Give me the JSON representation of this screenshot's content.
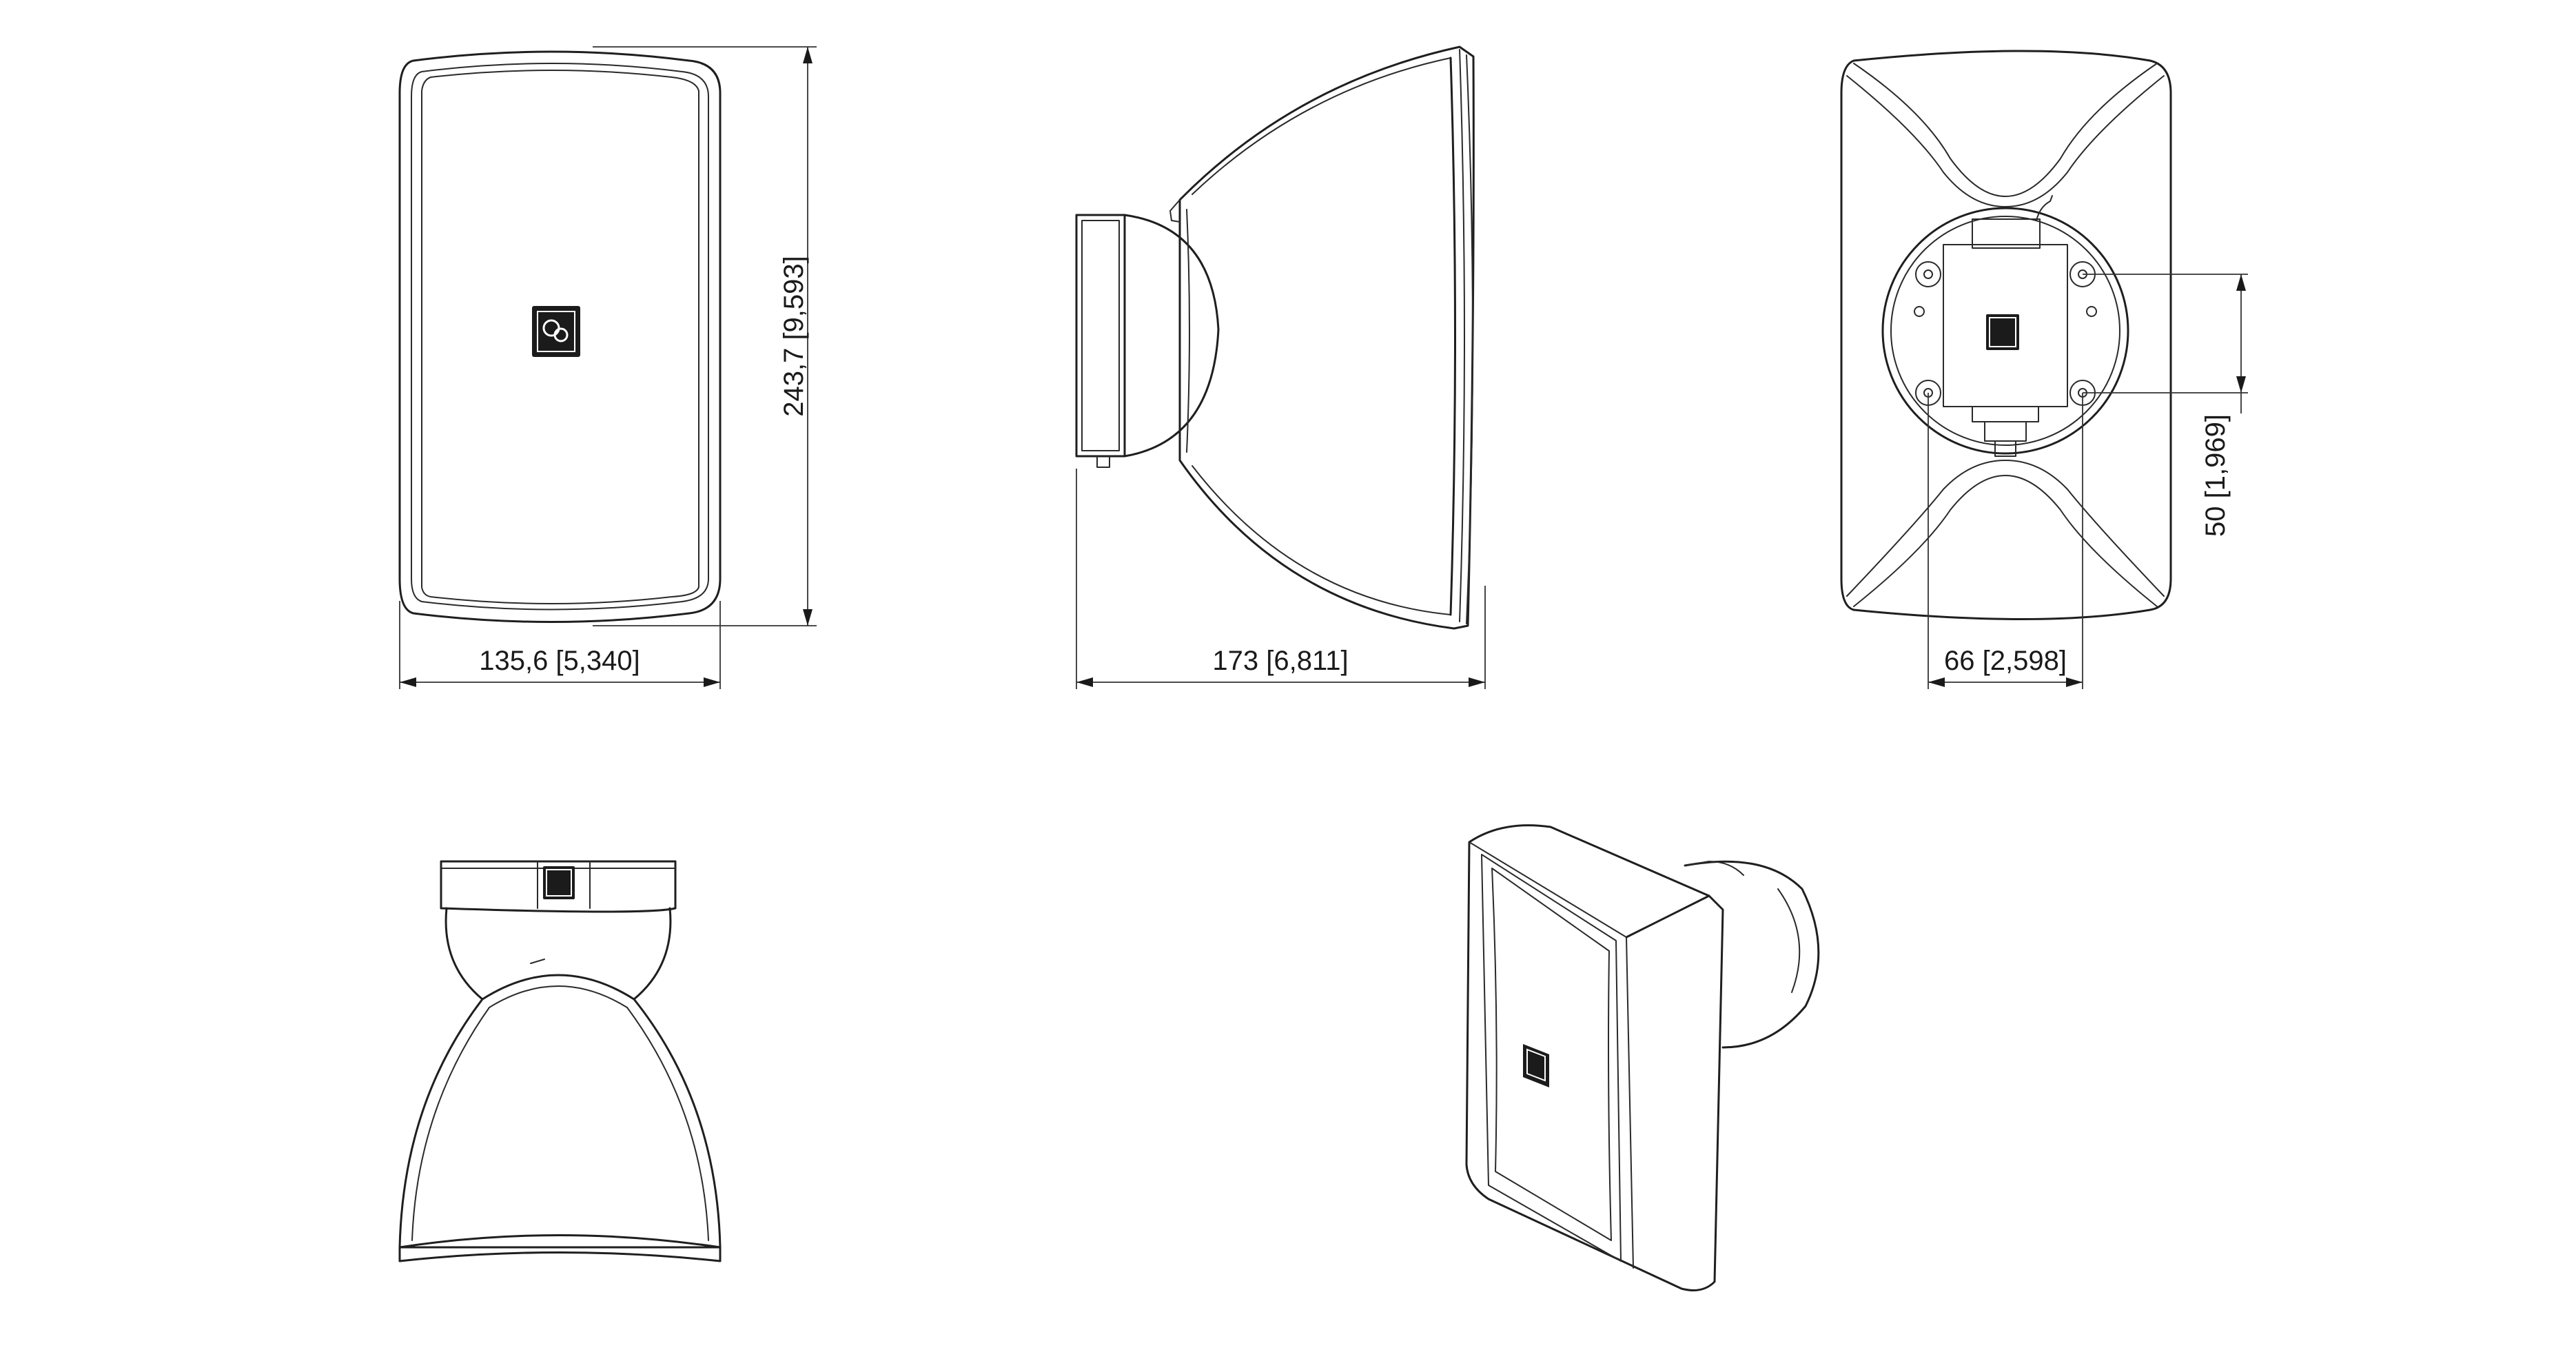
{
  "dimensions": {
    "front_width": "135,6 [5,340]",
    "front_height": "243,7 [9,593]",
    "side_depth": "173 [6,811]",
    "back_hole_width": "66 [2,598]",
    "back_hole_height": "50 [1,969]"
  },
  "colors": {
    "line": "#1f1f1f",
    "background": "#ffffff",
    "logo": "#1b1b1b"
  }
}
